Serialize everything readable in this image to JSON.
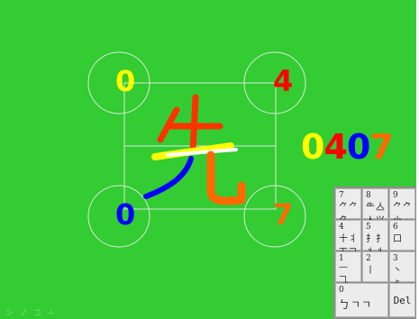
{
  "corners": {
    "top_left": {
      "value": "0",
      "color": "#ffff00"
    },
    "top_right": {
      "value": "4",
      "color": "#ff0000"
    },
    "bottom_left": {
      "value": "0",
      "color": "#0000ff"
    },
    "bottom_right": {
      "value": "7",
      "color": "#ff6a00"
    }
  },
  "code": {
    "digits": [
      {
        "value": "0",
        "color": "#ffff00"
      },
      {
        "value": "4",
        "color": "#ff0000"
      },
      {
        "value": "0",
        "color": "#0000ff"
      },
      {
        "value": "7",
        "color": "#ff6a00"
      }
    ]
  },
  "character": {
    "glyph": "先",
    "stroke_colors": {
      "upper": "#ff3300",
      "crossbar": "#ffff00",
      "center": "#ffffff",
      "left": "#0000ff",
      "right": "#ff6a00"
    }
  },
  "keypad": {
    "keys": [
      {
        "num": "7",
        "strokes": "⺈⺈⺈ ㄴ⺊⺊"
      },
      {
        "num": "8",
        "strokes": "⺧亼 人⺍"
      },
      {
        "num": "9",
        "strokes": "⺈⺈ 小⺗"
      },
      {
        "num": "4",
        "strokes": "十⺦ 丆⺄"
      },
      {
        "num": "5",
        "strokes": "扌扌 ⺦⺦"
      },
      {
        "num": "6",
        "strokes": "口"
      },
      {
        "num": "1",
        "strokes": "— ⺄"
      },
      {
        "num": "2",
        "strokes": "丨"
      },
      {
        "num": "3",
        "strokes": "丶 ⺀"
      },
      {
        "num": "0",
        "strokes": "ㄅㄱㄱ"
      }
    ],
    "del_label": "Del"
  },
  "footer": {
    "text": "シ ノ コ ㅗ"
  },
  "colors": {
    "background": "#33cc33",
    "guide_lines": "#cfe8cf",
    "keypad_frame": "#8f8f8f"
  }
}
